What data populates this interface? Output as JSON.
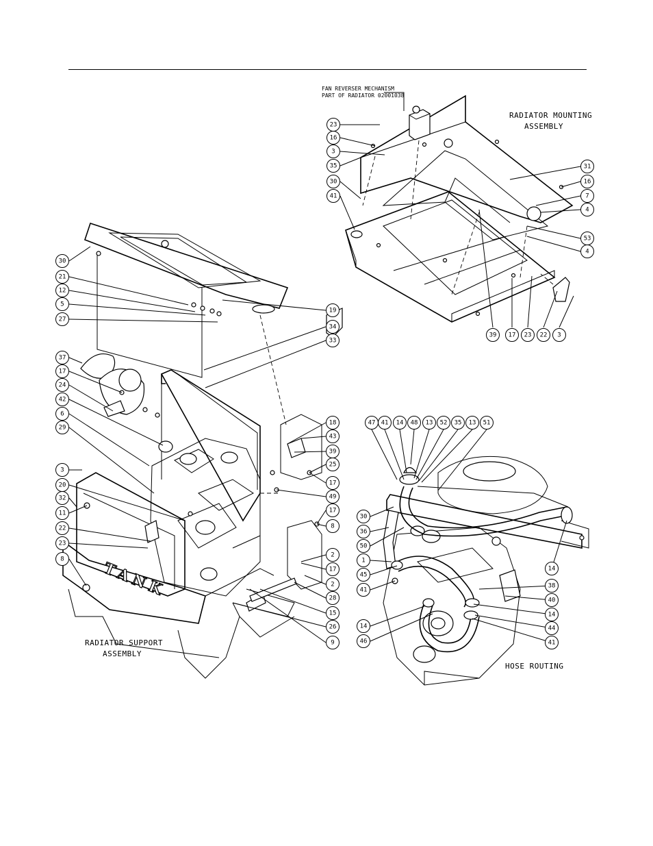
{
  "captions": {
    "radiator_mounting_line1": "RADIATOR MOUNTING",
    "radiator_mounting_line2": "ASSEMBLY",
    "radiator_support_line1": "RADIATOR SUPPORT",
    "radiator_support_line2": "ASSEMBLY",
    "hose_routing": "HOSE ROUTING",
    "fan_note_line1": "FAN REVERSER MECHANISM",
    "fan_note_line2": "PART OF RADIATOR 02001038",
    "tank_lettering": "TANK"
  },
  "balloons": {
    "mounting": [
      {
        "id": "m23",
        "label": "23"
      },
      {
        "id": "m16a",
        "label": "16"
      },
      {
        "id": "m3a",
        "label": "3"
      },
      {
        "id": "m35",
        "label": "35"
      },
      {
        "id": "m30",
        "label": "30"
      },
      {
        "id": "m41",
        "label": "41"
      },
      {
        "id": "m31",
        "label": "31"
      },
      {
        "id": "m16b",
        "label": "16"
      },
      {
        "id": "m7",
        "label": "7"
      },
      {
        "id": "m4a",
        "label": "4"
      },
      {
        "id": "m53",
        "label": "53"
      },
      {
        "id": "m4b",
        "label": "4"
      },
      {
        "id": "m39",
        "label": "39"
      },
      {
        "id": "m17",
        "label": "17"
      },
      {
        "id": "m23b",
        "label": "23"
      },
      {
        "id": "m22",
        "label": "22"
      },
      {
        "id": "m3b",
        "label": "3"
      }
    ],
    "support": [
      {
        "id": "s30",
        "label": "30"
      },
      {
        "id": "s21",
        "label": "21"
      },
      {
        "id": "s12",
        "label": "12"
      },
      {
        "id": "s5",
        "label": "5"
      },
      {
        "id": "s27",
        "label": "27"
      },
      {
        "id": "s37",
        "label": "37"
      },
      {
        "id": "s17a",
        "label": "17"
      },
      {
        "id": "s24",
        "label": "24"
      },
      {
        "id": "s42",
        "label": "42"
      },
      {
        "id": "s6",
        "label": "6"
      },
      {
        "id": "s29",
        "label": "29"
      },
      {
        "id": "s3",
        "label": "3"
      },
      {
        "id": "s20",
        "label": "20"
      },
      {
        "id": "s32",
        "label": "32"
      },
      {
        "id": "s11",
        "label": "11"
      },
      {
        "id": "s22",
        "label": "22"
      },
      {
        "id": "s23",
        "label": "23"
      },
      {
        "id": "s8a",
        "label": "8"
      },
      {
        "id": "s19",
        "label": "19"
      },
      {
        "id": "s34",
        "label": "34"
      },
      {
        "id": "s33",
        "label": "33"
      },
      {
        "id": "s18",
        "label": "18"
      },
      {
        "id": "s43",
        "label": "43"
      },
      {
        "id": "s39",
        "label": "39"
      },
      {
        "id": "s25",
        "label": "25"
      },
      {
        "id": "s17b",
        "label": "17"
      },
      {
        "id": "s49",
        "label": "49"
      },
      {
        "id": "s17c",
        "label": "17"
      },
      {
        "id": "s8b",
        "label": "8"
      },
      {
        "id": "s2a",
        "label": "2"
      },
      {
        "id": "s17d",
        "label": "17"
      },
      {
        "id": "s2b",
        "label": "2"
      },
      {
        "id": "s28",
        "label": "28"
      },
      {
        "id": "s15",
        "label": "15"
      },
      {
        "id": "s26",
        "label": "26"
      },
      {
        "id": "s9",
        "label": "9"
      }
    ],
    "hose": [
      {
        "id": "h47",
        "label": "47"
      },
      {
        "id": "h41a",
        "label": "41"
      },
      {
        "id": "h14a",
        "label": "14"
      },
      {
        "id": "h48",
        "label": "48"
      },
      {
        "id": "h13a",
        "label": "13"
      },
      {
        "id": "h52",
        "label": "52"
      },
      {
        "id": "h35",
        "label": "35"
      },
      {
        "id": "h13b",
        "label": "13"
      },
      {
        "id": "h51",
        "label": "51"
      },
      {
        "id": "h30",
        "label": "30"
      },
      {
        "id": "h36",
        "label": "36"
      },
      {
        "id": "h50",
        "label": "50"
      },
      {
        "id": "h1",
        "label": "1"
      },
      {
        "id": "h45",
        "label": "45"
      },
      {
        "id": "h41b",
        "label": "41"
      },
      {
        "id": "h14b",
        "label": "14"
      },
      {
        "id": "h46",
        "label": "46"
      },
      {
        "id": "h14c",
        "label": "14"
      },
      {
        "id": "h38",
        "label": "38"
      },
      {
        "id": "h40",
        "label": "40"
      },
      {
        "id": "h14d",
        "label": "14"
      },
      {
        "id": "h44",
        "label": "44"
      },
      {
        "id": "h41c",
        "label": "41"
      }
    ]
  }
}
